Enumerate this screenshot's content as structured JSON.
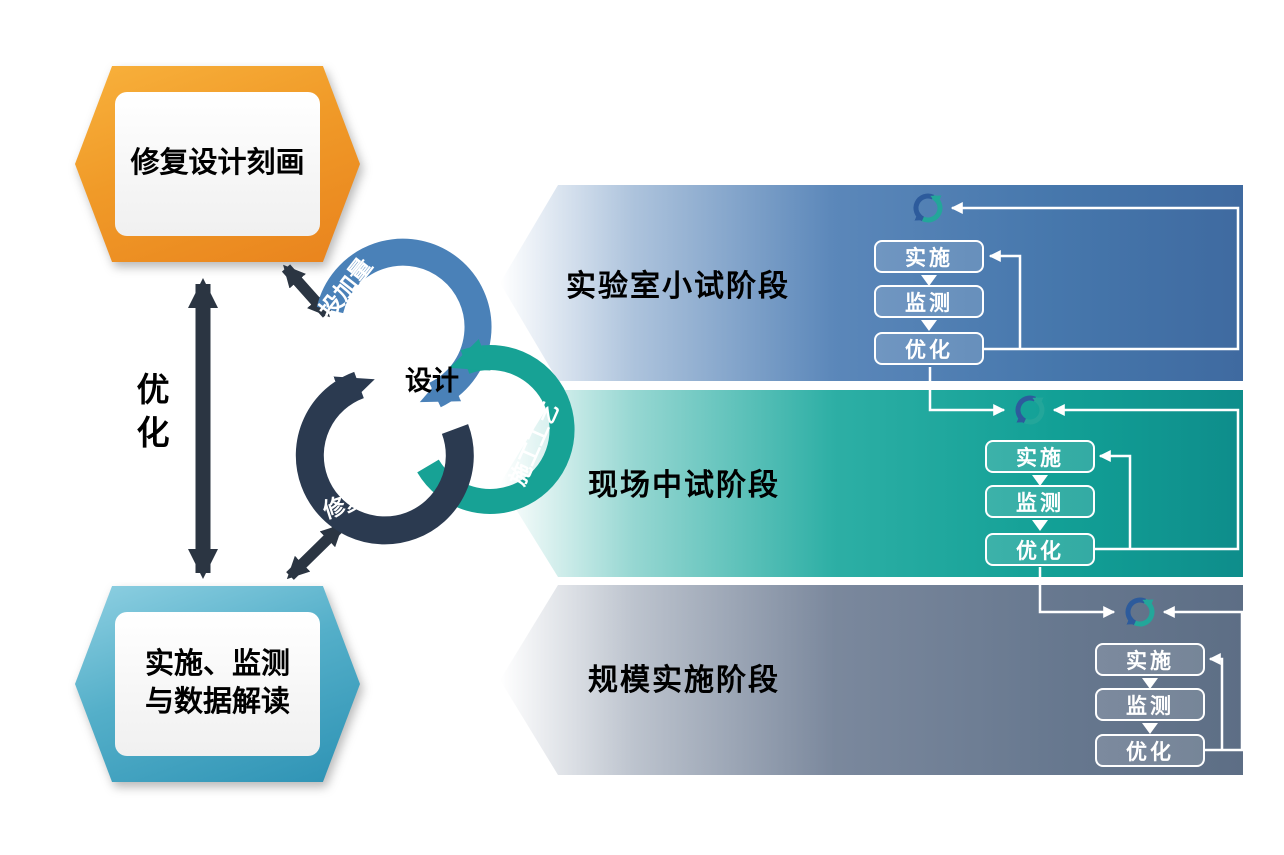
{
  "left_column": {
    "top_box_label": "修复设计刻画",
    "optimize_label": "优化",
    "bottom_box_line1": "实施、监测",
    "bottom_box_line2": "与数据解读"
  },
  "cycle": {
    "center_label": "设计",
    "top_arc_label": "投加量",
    "right_arc_label": "施工工艺",
    "bottom_arc_label": "修复材料",
    "colors": {
      "top_arc": "#4a81b8",
      "right_arc": "#17a295",
      "bottom_arc": "#2b3a50",
      "dark_arrow": "#2b3542"
    }
  },
  "phases": [
    {
      "title": "实验室小试阶段",
      "steps": [
        "实施",
        "监测",
        "优化"
      ],
      "color": "#4677ac"
    },
    {
      "title": "现场中试阶段",
      "steps": [
        "实施",
        "监测",
        "优化"
      ],
      "color": "#12a096"
    },
    {
      "title": "规模实施阶段",
      "steps": [
        "实施",
        "监测",
        "优化"
      ],
      "color": "#67788f"
    }
  ]
}
